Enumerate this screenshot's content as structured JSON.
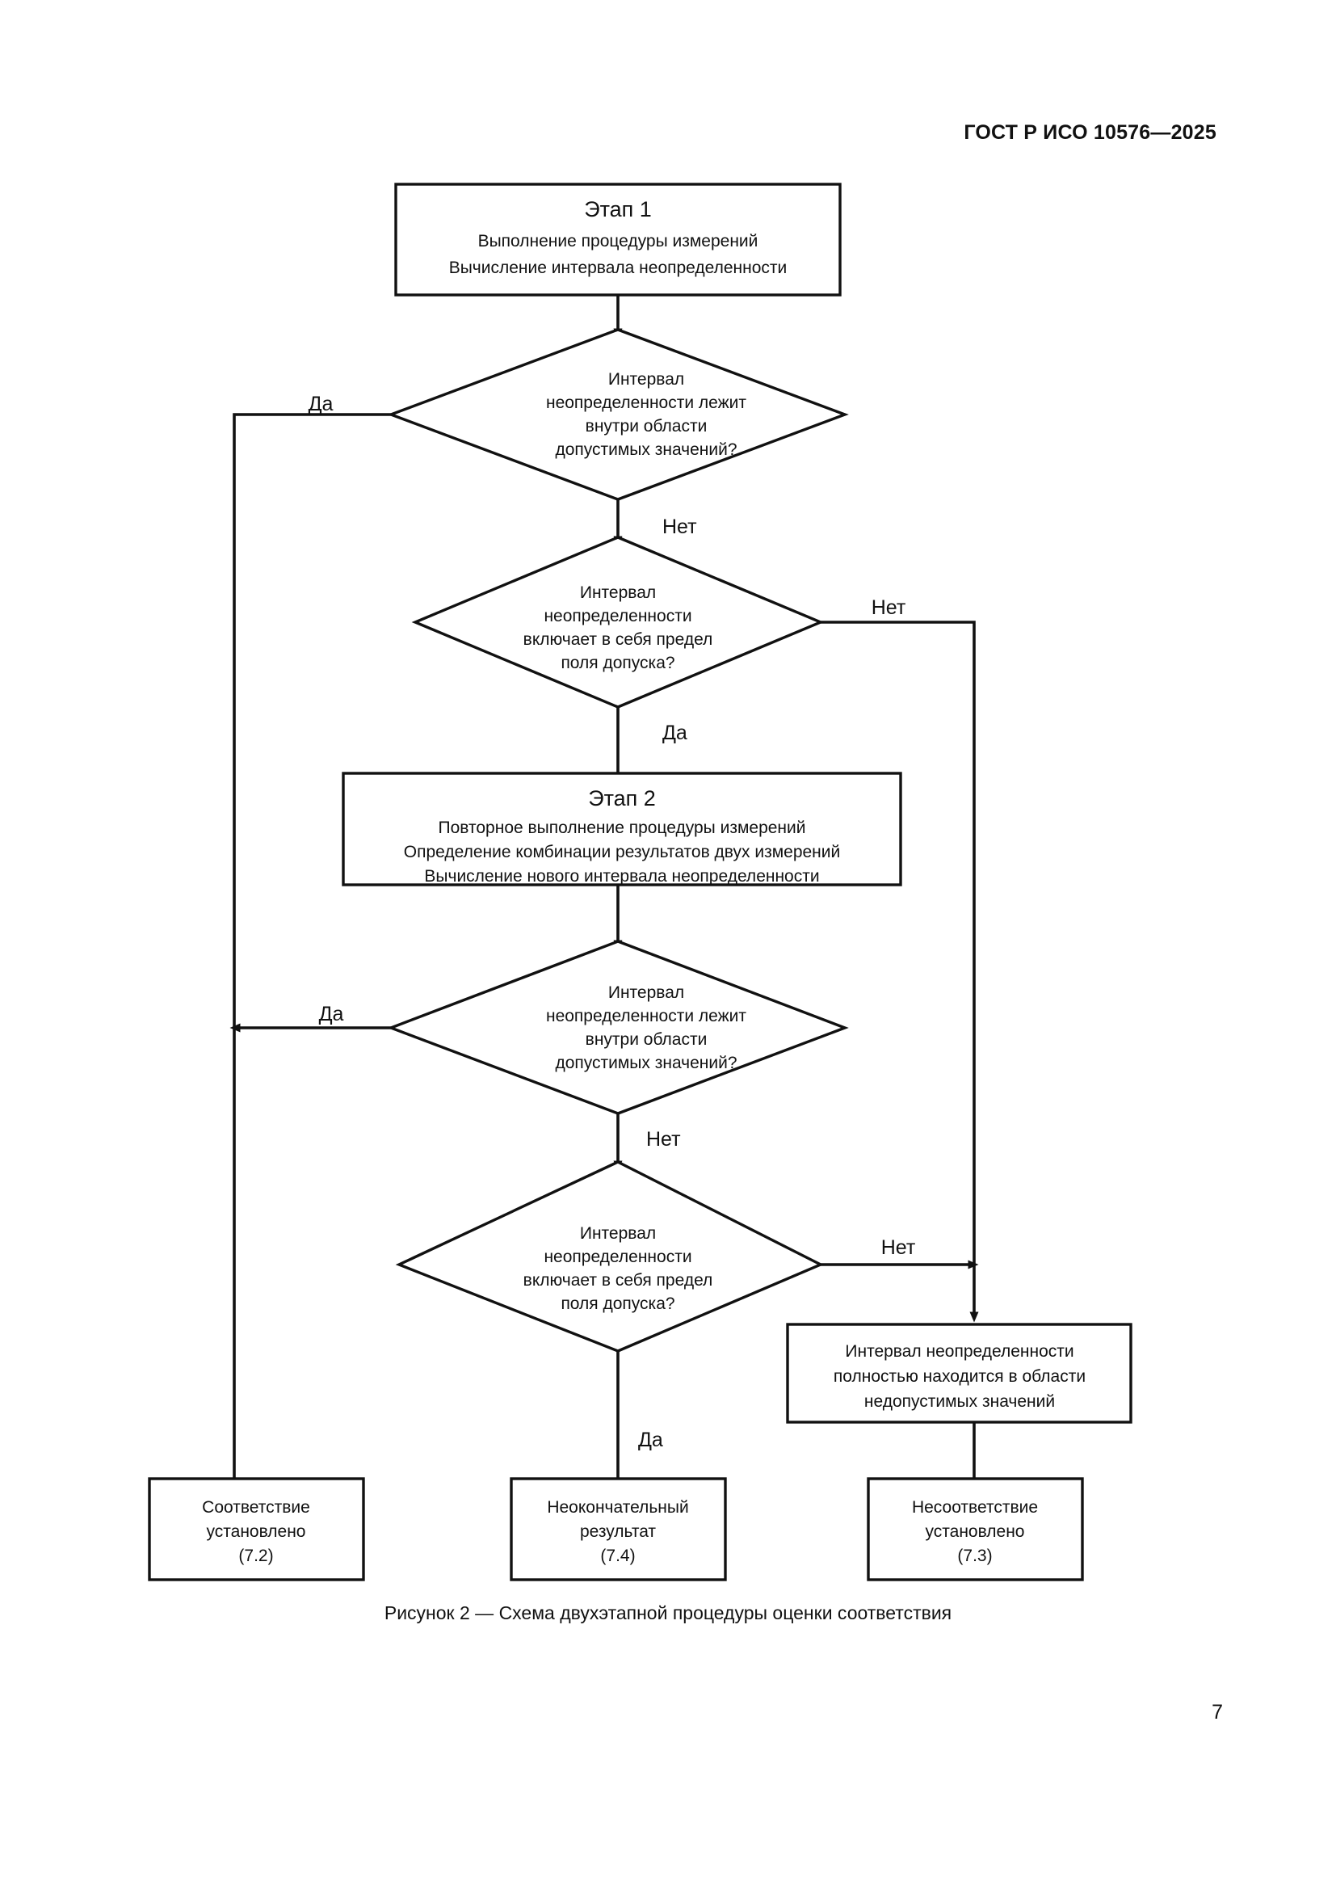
{
  "document": {
    "header": "ГОСТ Р ИСО 10576—2025",
    "page_number": "7",
    "figure_caption": "Рисунок 2 — Схема двухэтапной процедуры оценки соответствия"
  },
  "flowchart": {
    "type": "flowchart",
    "stage1_box": {
      "title": "Этап 1",
      "line1": "Выполнение процедуры измерений",
      "line2": "Вычисление интервала неопределенности"
    },
    "decision1": {
      "line1": "Интервал",
      "line2": "неопределенности лежит",
      "line3": "внутри области",
      "line4": "допустимых значений?",
      "yes_label": "Да",
      "no_label": "Нет"
    },
    "decision2": {
      "line1": "Интервал",
      "line2": "неопределенности",
      "line3": "включает в себя предел",
      "line4": "поля допуска?",
      "yes_label": "Да",
      "no_label": "Нет"
    },
    "stage2_box": {
      "title": "Этап 2",
      "line1": "Повторное выполнение процедуры измерений",
      "line2": "Определение комбинации результатов двух измерений",
      "line3": "Вычисление нового интервала неопределенности"
    },
    "decision3": {
      "line1": "Интервал",
      "line2": "неопределенности лежит",
      "line3": "внутри области",
      "line4": "допустимых значений?",
      "yes_label": "Да",
      "no_label": "Нет"
    },
    "decision4": {
      "line1": "Интервал",
      "line2": "неопределенности",
      "line3": "включает в себя предел",
      "line4": "поля допуска?",
      "yes_label": "Да",
      "no_label": "Нет"
    },
    "nonconf_region_box": {
      "line1": "Интервал неопределенности",
      "line2": "полностью находится в области",
      "line3": "недопустимых значений"
    },
    "terminal_conformity": {
      "line1": "Соответствие",
      "line2": "установлено",
      "line3": "(7.2)"
    },
    "terminal_inconclusive": {
      "line1": "Неокончательный",
      "line2": "результат",
      "line3": "(7.4)"
    },
    "terminal_nonconformity": {
      "line1": "Несоответствие",
      "line2": "установлено",
      "line3": "(7.3)"
    }
  }
}
